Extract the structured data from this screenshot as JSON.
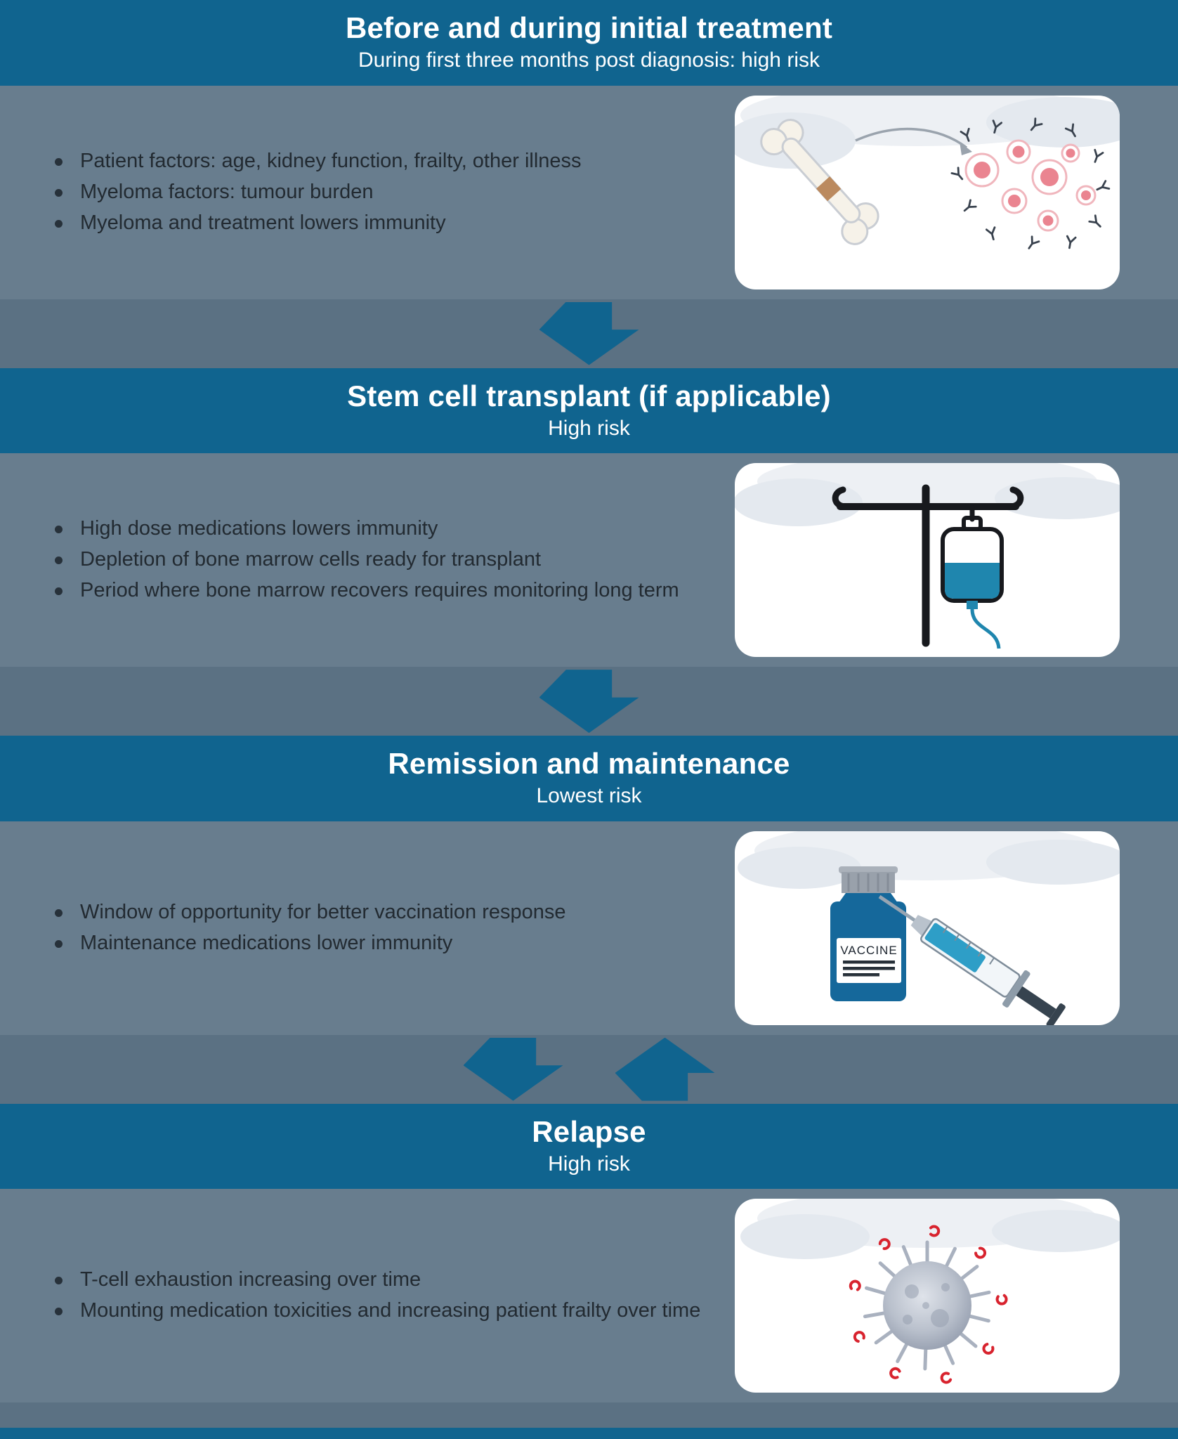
{
  "colors": {
    "header": "#10648f",
    "arrow": "#10648f",
    "background": "#5b7183",
    "panel": "#687d8e",
    "header_text": "#ffffff",
    "bullet_text": "#222a31"
  },
  "sections": [
    {
      "title": "Before and during initial treatment",
      "subtitle": "During first three months post diagnosis: high risk",
      "bullets": [
        "Patient factors: age, kidney function, frailty, other illness",
        "Myeloma factors: tumour burden",
        "Myeloma and treatment lowers immunity"
      ],
      "illustration": "bone-marrow-cells-antibodies"
    },
    {
      "title": "Stem cell transplant (if applicable)",
      "subtitle": "High risk",
      "bullets": [
        "High dose medications lowers immunity",
        "Depletion of bone marrow cells ready for transplant",
        "Period where bone marrow recovers requires monitoring long term"
      ],
      "illustration": "iv-drip-stand"
    },
    {
      "title": "Remission and maintenance",
      "subtitle": "Lowest risk",
      "bullets": [
        "Window of opportunity for better vaccination response",
        "Maintenance medications lower immunity"
      ],
      "illustration": "vaccine-vial-and-syringe",
      "illustration_label": "VACCINE"
    },
    {
      "title": "Relapse",
      "subtitle": "High risk",
      "bullets": [
        "T-cell exhaustion increasing over time",
        "Mounting medication toxicities and increasing patient frailty over time"
      ],
      "illustration": "virus-cell"
    }
  ]
}
